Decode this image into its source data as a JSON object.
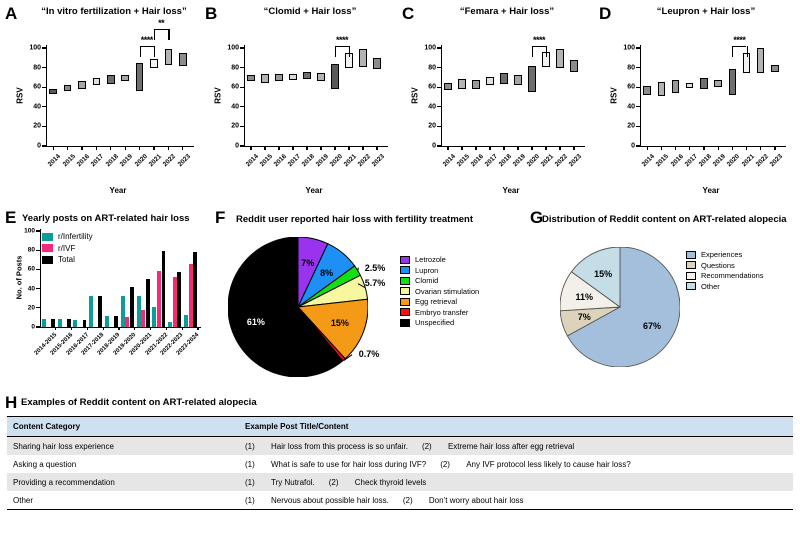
{
  "figure": {
    "panels": [
      "A",
      "B",
      "C",
      "D",
      "E",
      "F",
      "G",
      "H"
    ]
  },
  "chart_data": [
    {
      "panel": "A",
      "type": "bar",
      "title": "“In vitro fertilization + Hair loss”",
      "xlabel": "Year",
      "ylabel": "RSV",
      "ylim": [
        0,
        100
      ],
      "yticks": [
        0,
        20,
        40,
        60,
        80,
        100
      ],
      "categories": [
        "2014",
        "2015",
        "2016",
        "2017",
        "2018",
        "2019",
        "2020",
        "2021",
        "2022",
        "2023"
      ],
      "bars_low": [
        53,
        56,
        58,
        62,
        63,
        66,
        56,
        80,
        83,
        82
      ],
      "bars_high": [
        58,
        62,
        66,
        69,
        72,
        72,
        85,
        89,
        99,
        95
      ],
      "bar_fills": [
        "#595959",
        "#8c8c8c",
        "#a6a6a6",
        "#e0e0e0",
        "#6e6e6e",
        "#a6a6a6",
        "#6e6e6e",
        "#f2f2f2",
        "#b3b3b3",
        "#8c8c8c"
      ],
      "annotations": [
        {
          "label": "****",
          "from": "2020",
          "to": "2021"
        },
        {
          "label": "**",
          "from": "2021",
          "to": "2022"
        }
      ]
    },
    {
      "panel": "B",
      "type": "bar",
      "title": "“Clomid + Hair loss”",
      "xlabel": "Year",
      "ylabel": "RSV",
      "ylim": [
        0,
        100
      ],
      "yticks": [
        0,
        20,
        40,
        60,
        80,
        100
      ],
      "categories": [
        "2014",
        "2015",
        "2016",
        "2017",
        "2018",
        "2019",
        "2020",
        "2021",
        "2022",
        "2023"
      ],
      "bars_low": [
        66,
        64,
        66,
        67,
        68,
        66,
        58,
        80,
        81,
        79
      ],
      "bars_high": [
        72,
        73,
        73,
        73,
        76,
        74,
        84,
        95,
        99,
        90
      ],
      "bar_fills": [
        "#8c8c8c",
        "#b3b3b3",
        "#999999",
        "#d9d9d9",
        "#6e6e6e",
        "#b3b3b3",
        "#595959",
        "#f2f2f2",
        "#b3b3b3",
        "#8c8c8c"
      ],
      "annotations": [
        {
          "label": "****",
          "from": "2020",
          "to": "2021"
        }
      ]
    },
    {
      "panel": "C",
      "type": "bar",
      "title": "“Femara + Hair loss”",
      "xlabel": "Year",
      "ylabel": "RSV",
      "ylim": [
        0,
        100
      ],
      "yticks": [
        0,
        20,
        40,
        60,
        80,
        100
      ],
      "categories": [
        "2014",
        "2015",
        "2016",
        "2017",
        "2018",
        "2019",
        "2020",
        "2021",
        "2022",
        "2023"
      ],
      "bars_low": [
        57,
        58,
        58,
        62,
        63,
        62,
        55,
        81,
        80,
        76
      ],
      "bars_high": [
        64,
        68,
        67,
        70,
        75,
        72,
        82,
        96,
        99,
        88
      ],
      "bar_fills": [
        "#8c8c8c",
        "#b3b3b3",
        "#999999",
        "#e0e0e0",
        "#6e6e6e",
        "#a6a6a6",
        "#6e6e6e",
        "#f2f2f2",
        "#b3b3b3",
        "#8c8c8c"
      ],
      "annotations": [
        {
          "label": "****",
          "from": "2020",
          "to": "2021"
        }
      ]
    },
    {
      "panel": "D",
      "type": "bar",
      "title": "“Leupron + Hair loss”",
      "xlabel": "Year",
      "ylabel": "RSV",
      "ylim": [
        0,
        100
      ],
      "yticks": [
        0,
        20,
        40,
        60,
        80,
        100
      ],
      "categories": [
        "2014",
        "2015",
        "2016",
        "2017",
        "2018",
        "2019",
        "2020",
        "2021",
        "2022",
        "2023"
      ],
      "bars_low": [
        52,
        51,
        54,
        59,
        58,
        60,
        52,
        74,
        75,
        76
      ],
      "bars_high": [
        61,
        65,
        67,
        64,
        69,
        67,
        79,
        95,
        100,
        83
      ],
      "bar_fills": [
        "#8c8c8c",
        "#b3b3b3",
        "#999999",
        "#e0e0e0",
        "#6e6e6e",
        "#a6a6a6",
        "#6e6e6e",
        "#f2f2f2",
        "#b3b3b3",
        "#8c8c8c"
      ],
      "annotations": [
        {
          "label": "****",
          "from": "2020",
          "to": "2021"
        }
      ]
    },
    {
      "panel": "E",
      "type": "bar",
      "title": "Yearly posts on ART-related hair loss",
      "xlabel": "",
      "ylabel": "No. of Posts",
      "ylim": [
        0,
        100
      ],
      "yticks": [
        0,
        20,
        40,
        60,
        80,
        100
      ],
      "categories": [
        "2014-2015",
        "2015-2016",
        "2016-2017",
        "2017-2018",
        "2018-2019",
        "2019-2020",
        "2020-2021",
        "2021-2022",
        "2022-2023",
        "2023-2024"
      ],
      "series": [
        {
          "name": "r/Infertility",
          "color": "#109b9b",
          "values": [
            8,
            8,
            7,
            32,
            11,
            32,
            32,
            21,
            5,
            12
          ]
        },
        {
          "name": "r/IVF",
          "color": "#f42a78",
          "values": [
            0,
            0,
            0,
            0,
            0,
            10,
            18,
            58,
            52,
            66
          ]
        },
        {
          "name": "Total",
          "color": "#000000",
          "values": [
            8,
            8,
            7,
            32,
            11,
            42,
            50,
            79,
            57,
            78
          ]
        }
      ]
    },
    {
      "panel": "F",
      "type": "pie",
      "title": "Reddit user reported hair loss with fertility treatment",
      "labels": [
        "Letrozole",
        "Lupron",
        "Clomid",
        "Ovarian stimulation",
        "Egg retrieval",
        "Embryo transfer",
        "Unspecified"
      ],
      "values": [
        7,
        8,
        2.5,
        5.7,
        15,
        0.7,
        61
      ],
      "display_values": [
        "7%",
        "8%",
        "2.5%",
        "5.7%",
        "15%",
        "0.7%",
        "61%"
      ],
      "colors": [
        "#9933ee",
        "#1e90f5",
        "#12e012",
        "#f7f7a0",
        "#f59a16",
        "#f51111",
        "#000000"
      ],
      "legend_position": "right"
    },
    {
      "panel": "G",
      "type": "pie",
      "title": "Distribution of Reddit content on ART-related alopecia",
      "labels": [
        "Experiences",
        "Questions",
        "Recommendations",
        "Other"
      ],
      "values": [
        67,
        7,
        11,
        15
      ],
      "display_values": [
        "67%",
        "7%",
        "11%",
        "15%"
      ],
      "colors": [
        "#a3bfdc",
        "#ddd3bb",
        "#f2f0e8",
        "#c4dde6"
      ],
      "legend_position": "right"
    }
  ],
  "panel_letters": {
    "A": "A",
    "B": "B",
    "C": "C",
    "D": "D",
    "E": "E",
    "F": "F",
    "G": "G",
    "H": "H"
  },
  "panelH": {
    "title": "Examples of Reddit content on ART-related alopecia",
    "columns": [
      "Content Category",
      "Example Post Title/Content"
    ],
    "rows": [
      {
        "category": "Sharing hair loss experience",
        "n1": "(1)",
        "ex1": "Hair loss from this process is so unfair.",
        "n2": "(2)",
        "ex2": "Extreme hair loss after egg retrieval"
      },
      {
        "category": "Asking a question",
        "n1": "(1)",
        "ex1": "What is safe to use for hair loss during IVF?",
        "n2": "(2)",
        "ex2": "Any IVF protocol less likely to cause hair loss?"
      },
      {
        "category": "Providing a recommendation",
        "n1": "(1)",
        "ex1": "Try Nutrafol.",
        "n2": "(2)",
        "ex2": "Check thyroid levels"
      },
      {
        "category": "Other",
        "n1": "(1)",
        "ex1": "Nervous about possible hair loss.",
        "n2": "(2)",
        "ex2": "Don’t worry about hair loss"
      }
    ]
  }
}
